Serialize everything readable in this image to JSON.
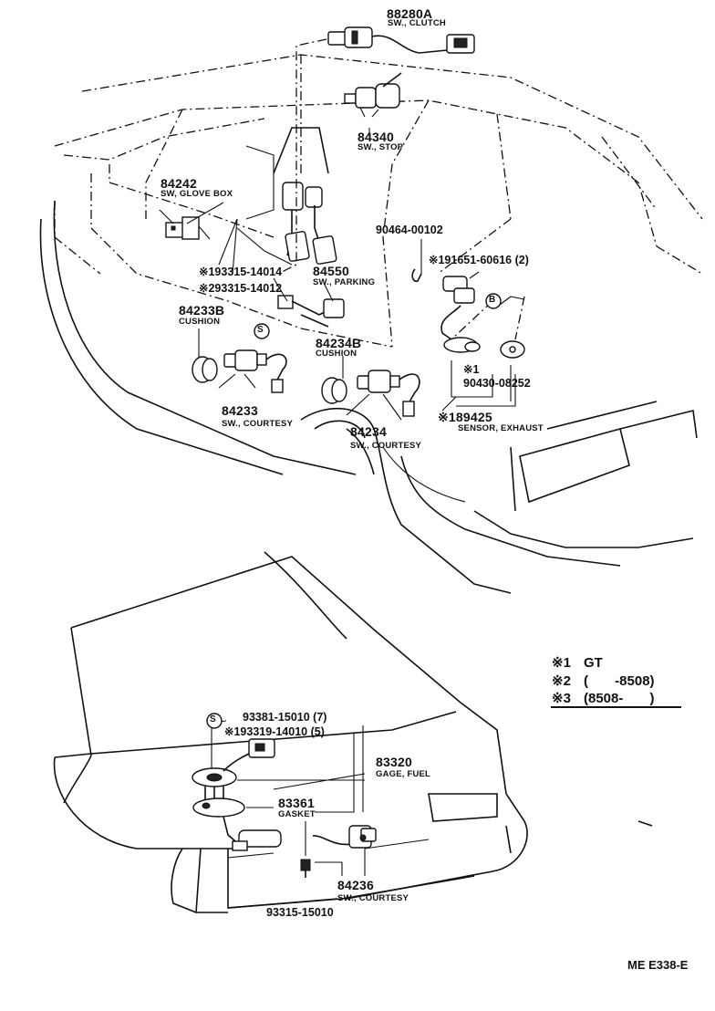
{
  "callouts": {
    "clutch_sw": {
      "part": "88280A",
      "name": "SW., CLUTCH"
    },
    "stop_sw": {
      "part": "84340",
      "name": "SW., STOP"
    },
    "glove_sw": {
      "part": "84242",
      "name": "SW, GLOVE BOX"
    },
    "bolt_a": "90464-00102",
    "screw_1": "※193315-14014",
    "screw_2": "※293315-14012",
    "parking_sw": {
      "part": "84550",
      "name": "SW., PARKING"
    },
    "sensor_bolt": "※191651-60616 (2)",
    "cushion_b": {
      "part": "84233B",
      "name": "CUSHION"
    },
    "cushion_b2": {
      "part": "84234B",
      "name": "CUSHION"
    },
    "gasket_note": "※1",
    "gasket_part": "90430-08252",
    "exhaust_sensor": {
      "part": "※189425",
      "name": "SENSOR, EXHAUST"
    },
    "courtesy_front": {
      "part": "84233",
      "name": "SW., COURTESY"
    },
    "courtesy_rear": {
      "part": "84234",
      "name": "SW., COURTESY"
    },
    "fuel_screw_a": "93381-15010 (7)",
    "fuel_screw_b": "※193319-14010 (5)",
    "fuel_gage": {
      "part": "83320",
      "name": "GAGE, FUEL"
    },
    "fuel_gasket": {
      "part": "83361",
      "name": "GASKET"
    },
    "trunk_courtesy": {
      "part": "84236",
      "name": "SW., COURTESY"
    },
    "trunk_screw": "93315-15010",
    "circle_s": "S",
    "circle_b": "B"
  },
  "legend": [
    {
      "mark": "※1",
      "text": "GT"
    },
    {
      "mark": "※2",
      "text": "(       -8508)"
    },
    {
      "mark": "※3",
      "text": "(8508-       )"
    }
  ],
  "diagram_code": "ME E338-E"
}
